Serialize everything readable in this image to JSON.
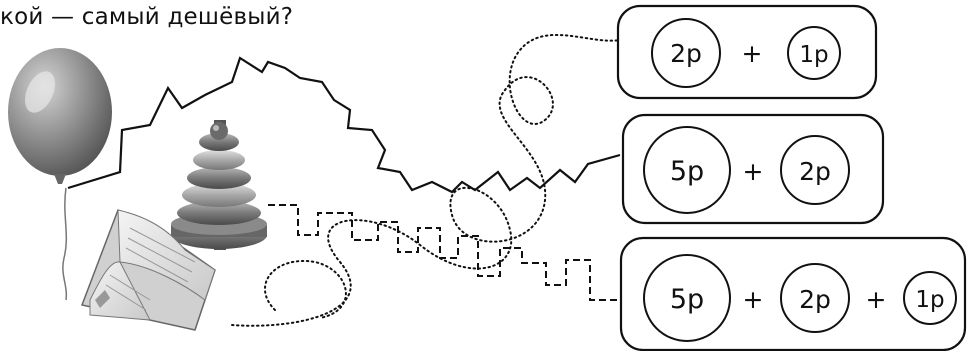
{
  "question": "кой — самый дешёвый?",
  "items": [
    {
      "name": "balloon"
    },
    {
      "name": "ring-stack-toy"
    },
    {
      "name": "book"
    }
  ],
  "price_boxes": [
    {
      "coins": [
        "2р",
        "1р"
      ]
    },
    {
      "coins": [
        "5р",
        "2р"
      ]
    },
    {
      "coins": [
        "5р",
        "2р",
        "1р"
      ]
    }
  ],
  "plus_sign": "+",
  "colors": {
    "ink": "#111111",
    "balloon": "#8f8f8f",
    "toy": "#6a6a6a"
  }
}
